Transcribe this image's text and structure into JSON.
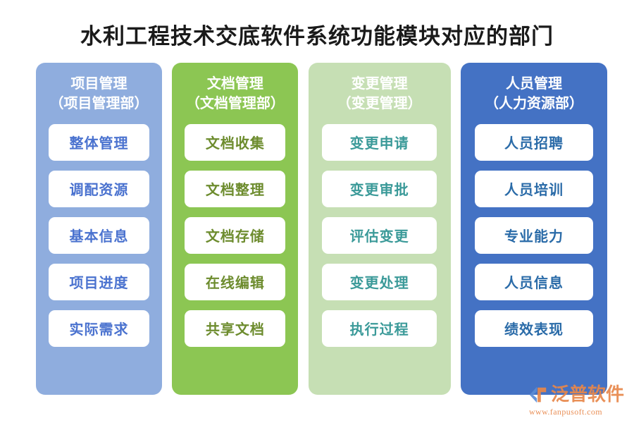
{
  "page": {
    "title": "水利工程技术交底软件系统功能模块对应的部门",
    "background_color": "#ffffff"
  },
  "columns": [
    {
      "header_line1": "项目管理",
      "header_line2": "（项目管理部）",
      "background_color": "#8fadde",
      "header_text_color": "#ffffff",
      "card_text_color": "#4a72cf",
      "cards": [
        {
          "label": "整体管理"
        },
        {
          "label": "调配资源"
        },
        {
          "label": "基本信息"
        },
        {
          "label": "项目进度"
        },
        {
          "label": "实际需求"
        }
      ]
    },
    {
      "header_line1": "文档管理",
      "header_line2": "（文档管理部）",
      "background_color": "#8cc653",
      "header_text_color": "#ffffff",
      "card_text_color": "#6d8c2e",
      "cards": [
        {
          "label": "文档收集"
        },
        {
          "label": "文档整理"
        },
        {
          "label": "文档存储"
        },
        {
          "label": "在线编辑"
        },
        {
          "label": "共享文档"
        }
      ]
    },
    {
      "header_line1": "变更管理",
      "header_line2": "（变更管理）",
      "background_color": "#c6dfb4",
      "header_text_color": "#ffffff",
      "card_text_color": "#3b9a99",
      "cards": [
        {
          "label": "变更申请"
        },
        {
          "label": "变更审批"
        },
        {
          "label": "评估变更"
        },
        {
          "label": "变更处理"
        },
        {
          "label": "执行过程"
        }
      ]
    },
    {
      "header_line1": "人员管理",
      "header_line2": "（人力资源部）",
      "background_color": "#4472c4",
      "header_text_color": "#ffffff",
      "card_text_color": "#2a6ba8",
      "cards": [
        {
          "label": "人员招聘"
        },
        {
          "label": "人员培训"
        },
        {
          "label": "专业能力"
        },
        {
          "label": "人员信息"
        },
        {
          "label": "绩效表现"
        }
      ]
    }
  ],
  "logo": {
    "name": "泛普软件",
    "url": "www.fanpusoft.com",
    "mark_icon": "fanpu-logo-icon",
    "color": "#e8874a"
  }
}
